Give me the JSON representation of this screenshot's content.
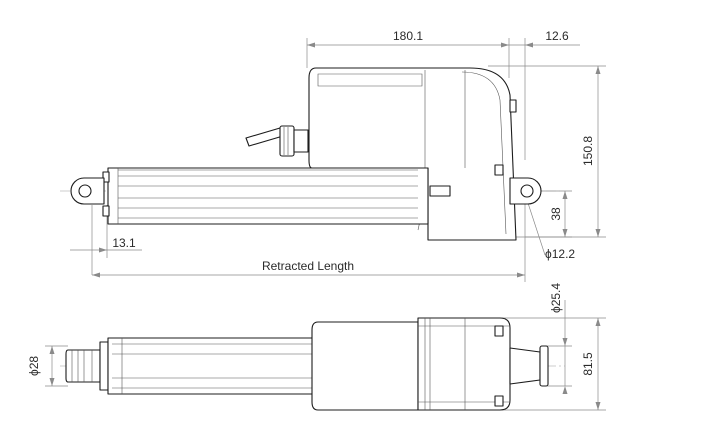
{
  "drawing": {
    "dimensions": {
      "housing_length": "180.1",
      "rear_offset": "12.6",
      "total_height": "150.8",
      "rear_eye_height": "38",
      "front_offset": "13.1",
      "retracted_length": "Retracted Length",
      "hole_diameter": "ϕ12.2",
      "rear_eye_diameter": "ϕ25.4",
      "rod_diameter": "ϕ28",
      "total_width": "81.5"
    }
  }
}
